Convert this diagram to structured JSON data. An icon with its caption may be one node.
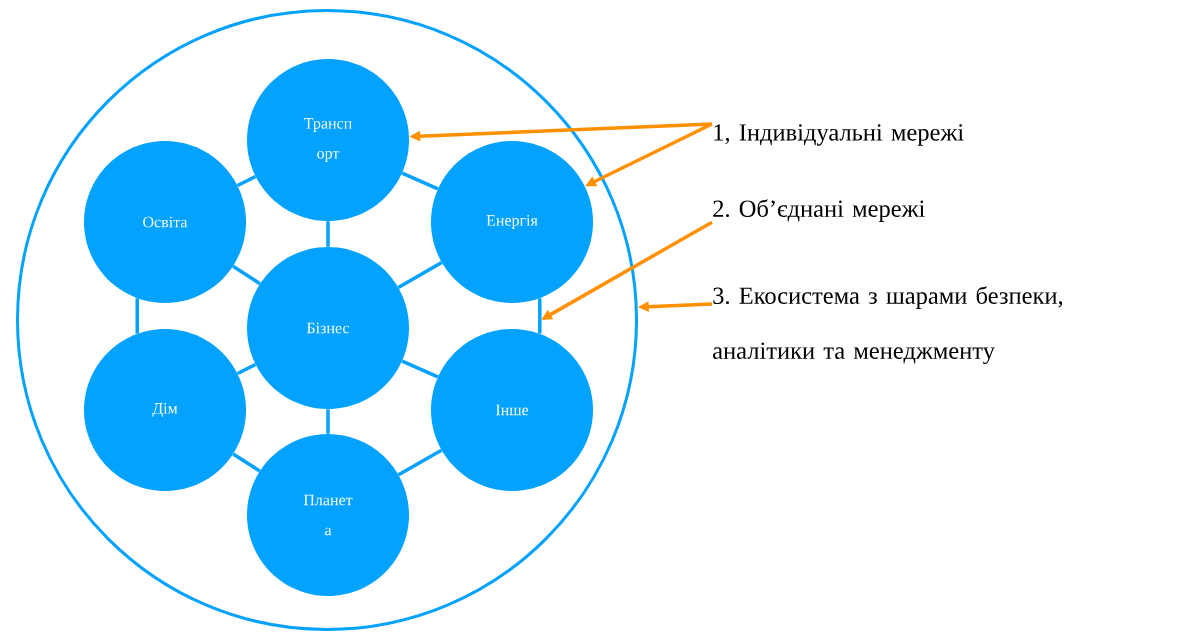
{
  "diagram": {
    "nodes": [
      {
        "text": [],
        "shape": "circle"
      },
      {
        "text": [
          "Трансп орт"
        ],
        "in": 0
      },
      {
        "text": [
          "Освіта"
        ],
        "in": 0
      },
      {
        "text": [
          "Енергія"
        ],
        "in": 0
      },
      {
        "text": [
          "Бізнес"
        ],
        "in": 0
      },
      {
        "text": [
          "Дім"
        ],
        "in": 0
      },
      {
        "text": [
          "Інше"
        ],
        "in": 0
      },
      {
        "text": [
          "Планет а"
        ],
        "in": 0
      },
      {
        "text": [
          "1, Індивідуальні мережі"
        ]
      },
      {
        "text": [
          "2. Об’єднані мережі"
        ]
      },
      {
        "text": [
          "3. Екосистема з шарами безпеки, аналітики та менеджменту"
        ]
      }
    ],
    "edges": [
      {
        "from": 1,
        "to": 2,
        "arrow": "none"
      },
      {
        "from": 1,
        "to": 3,
        "arrow": "none"
      },
      {
        "from": 1,
        "to": 4,
        "arrow": "none"
      },
      {
        "from": 2,
        "to": 4,
        "arrow": "none"
      },
      {
        "from": 3,
        "to": 4,
        "arrow": "none"
      },
      {
        "from": 2,
        "to": 5,
        "arrow": "none"
      },
      {
        "from": 3,
        "to": 6,
        "arrow": "none"
      },
      {
        "from": 5,
        "to": 4,
        "arrow": "none"
      },
      {
        "from": 6,
        "to": 4,
        "arrow": "none"
      },
      {
        "from": 4,
        "to": 7,
        "arrow": "none"
      },
      {
        "from": 5,
        "to": 7,
        "arrow": "none"
      },
      {
        "from": 6,
        "to": 7,
        "arrow": "none"
      },
      {
        "from": 8,
        "to": 1,
        "arrow": "to",
        "color": "#ff9000"
      },
      {
        "from": 8,
        "to": 3,
        "arrow": "to",
        "color": "#ff9000"
      },
      {
        "from": 9,
        "to": null,
        "arrow": "to",
        "color": "#ff9000"
      },
      {
        "from": 10,
        "to": 0,
        "arrow": "to",
        "color": "#ff9000"
      }
    ]
  }
}
